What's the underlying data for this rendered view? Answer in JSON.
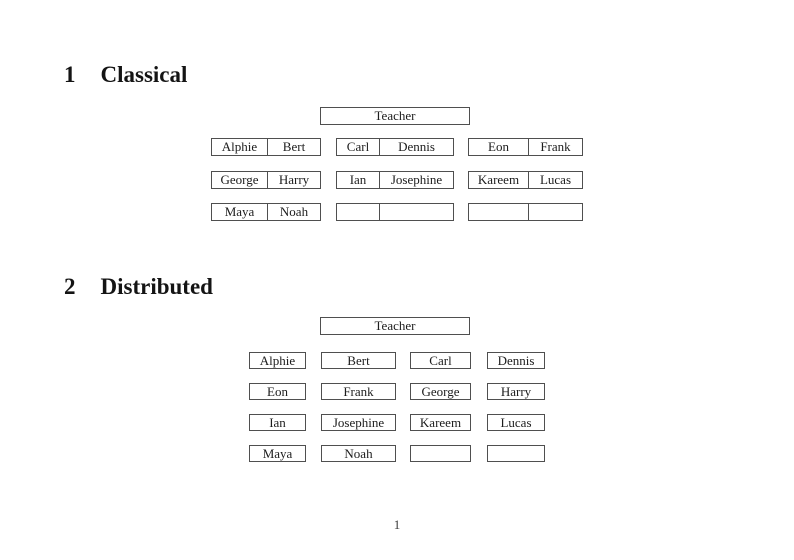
{
  "document": {
    "page_number": "1"
  },
  "colors": {
    "background": "#ffffff",
    "border": "#4f4f4f",
    "text": "#1c1c1c"
  },
  "sections": [
    {
      "number": "1",
      "title": "Classical",
      "teacher_label": "Teacher",
      "desk_rows": [
        [
          {
            "left": "Alphie",
            "right": "Bert"
          },
          {
            "left": "Carl",
            "right": "Dennis"
          },
          {
            "left": "Eon",
            "right": "Frank"
          }
        ],
        [
          {
            "left": "George",
            "right": "Harry"
          },
          {
            "left": "Ian",
            "right": "Josephine"
          },
          {
            "left": "Kareem",
            "right": "Lucas"
          }
        ],
        [
          {
            "left": "Maya",
            "right": "Noah"
          },
          {
            "left": "",
            "right": ""
          },
          {
            "left": "",
            "right": ""
          }
        ]
      ]
    },
    {
      "number": "2",
      "title": "Distributed",
      "teacher_label": "Teacher",
      "desk_rows": [
        [
          "Alphie",
          "Bert",
          "Carl",
          "Dennis"
        ],
        [
          "Eon",
          "Frank",
          "George",
          "Harry"
        ],
        [
          "Ian",
          "Josephine",
          "Kareem",
          "Lucas"
        ],
        [
          "Maya",
          "Noah",
          "",
          ""
        ]
      ]
    }
  ]
}
